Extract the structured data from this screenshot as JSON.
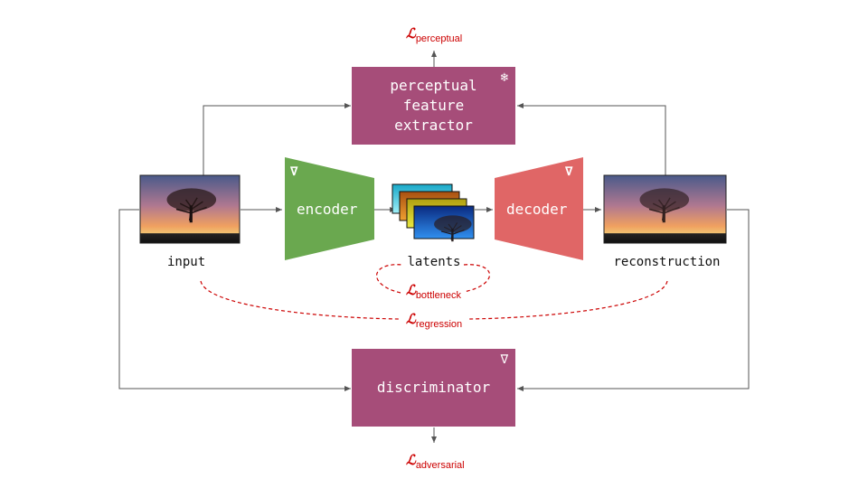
{
  "diagram": {
    "type": "autoencoder training pipeline",
    "nodes": {
      "input": {
        "caption": "input"
      },
      "encoder": {
        "label": "encoder",
        "trainable_icon": "∇",
        "color": "#6aa84f"
      },
      "latents": {
        "caption": "latents",
        "stack_colors": [
          "#28b8d8",
          "#d8801c",
          "#c8c81c",
          "#1c58d8"
        ]
      },
      "decoder": {
        "label": "decoder",
        "trainable_icon": "∇",
        "color": "#e06666"
      },
      "reconstruction": {
        "caption": "reconstruction"
      },
      "perceptual": {
        "label_lines": [
          "perceptual",
          "feature",
          "extractor"
        ],
        "frozen_icon": "❄",
        "color": "#a64d79"
      },
      "discriminator": {
        "label": "discriminator",
        "trainable_icon": "∇",
        "color": "#a64d79"
      }
    },
    "losses": {
      "symbol": "ℒ",
      "color": "#cc0000",
      "perceptual": "perceptual",
      "bottleneck": "bottleneck",
      "regression": "regression",
      "adversarial": "adversarial"
    },
    "edges": [
      [
        "input",
        "encoder"
      ],
      [
        "encoder",
        "latents"
      ],
      [
        "latents",
        "decoder"
      ],
      [
        "decoder",
        "reconstruction"
      ],
      [
        "input",
        "perceptual"
      ],
      [
        "reconstruction",
        "perceptual"
      ],
      [
        "input",
        "discriminator"
      ],
      [
        "reconstruction",
        "discriminator"
      ],
      [
        "perceptual",
        "loss-perceptual"
      ],
      [
        "discriminator",
        "loss-adversarial"
      ]
    ]
  }
}
